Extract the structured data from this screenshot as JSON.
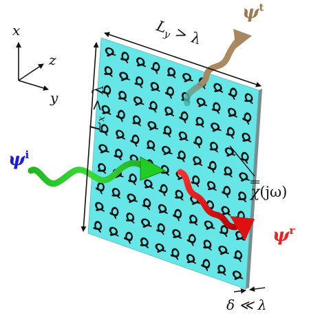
{
  "axes": {
    "x": "x",
    "y": "y",
    "z": "z"
  },
  "dimensions": {
    "ly_label": "L",
    "ly_sub": "y",
    "ly_rel": " > λ",
    "lx_label": "L",
    "lx_sub": "x",
    "lx_rel": " > λ",
    "thickness_label": "δ ≪ λ"
  },
  "waves": {
    "incident": {
      "symbol": "ψ",
      "sup": "i",
      "color": "#1a1ae6",
      "body_color": "#22cc22"
    },
    "transmitted": {
      "symbol": "ψ",
      "sup": "t",
      "color": "#a07850",
      "body_color": "#b08a60"
    },
    "reflected": {
      "symbol": "ψ",
      "sup": "r",
      "color": "#ee2222",
      "body_color": "#dd1111"
    }
  },
  "susceptibility": {
    "symbol": "χ",
    "argument": "(jω)"
  },
  "colors": {
    "sheet_face": "#66e6e6",
    "sheet_edge": "#7a8c8c",
    "inclusion": "#111111"
  }
}
